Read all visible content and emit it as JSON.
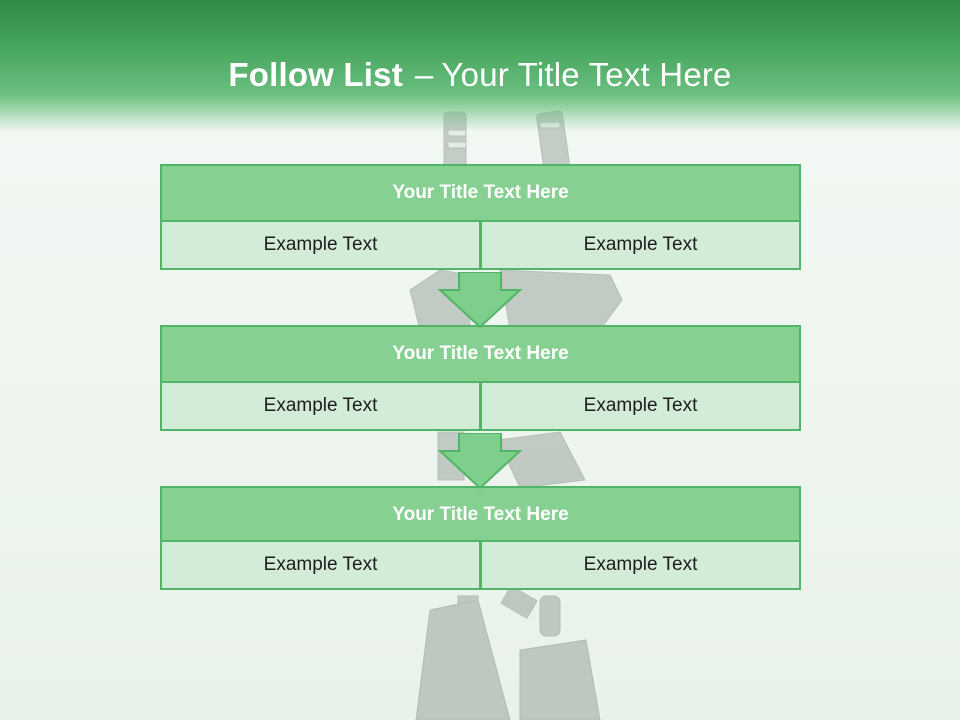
{
  "slide": {
    "title_bold": "Follow List",
    "title_separator": "–",
    "title_rest": "Your Title Text Here"
  },
  "blocks": [
    {
      "title": "Your Title Text Here",
      "left_text": "Example Text",
      "right_text": "Example Text"
    },
    {
      "title": "Your Title Text Here",
      "left_text": "Example Text",
      "right_text": "Example Text"
    },
    {
      "title": "Your Title Text Here",
      "left_text": "Example Text",
      "right_text": "Example Text"
    }
  ],
  "colors": {
    "header_green": "#2f8a46",
    "title_bar": "#86d092",
    "cell_fill": "#d3ecd8",
    "border": "#52b466",
    "arrow": "#7fcf8c"
  },
  "icons": [
    "down-arrow-icon",
    "down-arrow-icon"
  ]
}
